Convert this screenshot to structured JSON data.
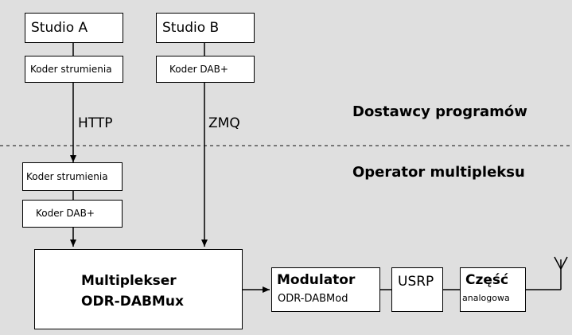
{
  "colors": {
    "background": "#dfdfdf",
    "box_fill": "#ffffff",
    "line": "#000000",
    "divider": "#555555"
  },
  "zones": {
    "top": "Dostawcy programów",
    "bottom": "Operator multipleksu"
  },
  "studios": {
    "a": "Studio A",
    "b": "Studio B"
  },
  "encoders": {
    "a_stream": "Koder strumienia",
    "b_dab": "Koder DAB+",
    "op_stream": "Koder strumienia",
    "op_dab": "Koder DAB+"
  },
  "protocols": {
    "http": "HTTP",
    "zmq": "ZMQ"
  },
  "mux": {
    "line1": "Multiplekser",
    "line2": "ODR-DABMux"
  },
  "modulator": {
    "line1": "Modulator",
    "line2": "ODR-DABMod"
  },
  "usrp": "USRP",
  "analog": {
    "line1": "Część",
    "line2": "analogowa"
  },
  "icons": [
    "antenna-icon"
  ]
}
